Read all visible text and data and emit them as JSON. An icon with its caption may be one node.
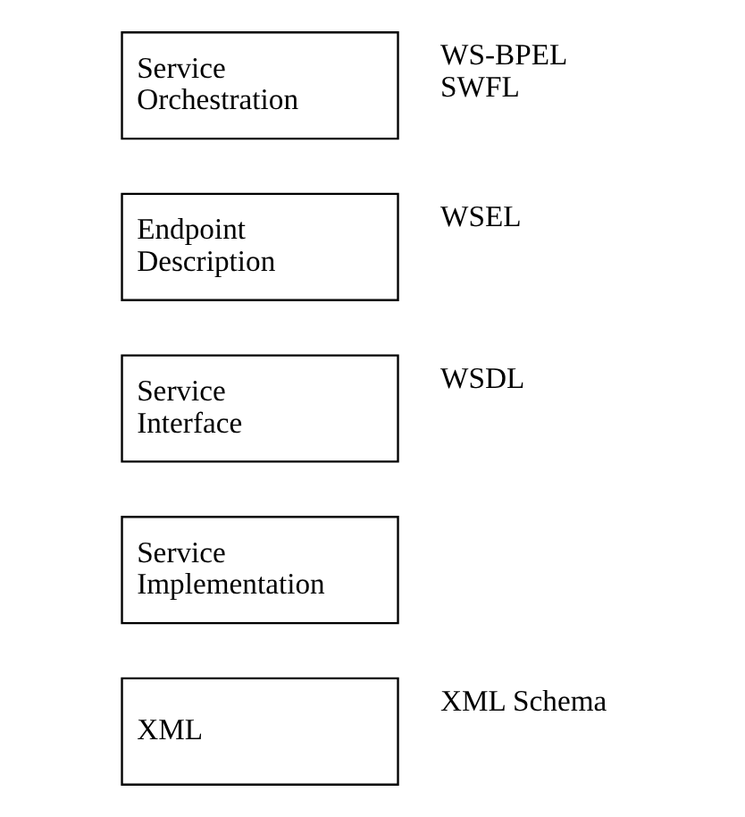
{
  "diagram": {
    "nodes": [
      {
        "text": [
          "Service Orchestration"
        ],
        "beside": [
          "WS-BPEL",
          "SWFL"
        ]
      },
      {
        "text": [
          "Endpoint Description"
        ],
        "beside": [
          "WSEL"
        ]
      },
      {
        "text": [
          "Service Interface"
        ],
        "beside": [
          "WSDL"
        ]
      },
      {
        "text": [
          "Service Implementation"
        ]
      },
      {
        "text": [
          "XML"
        ],
        "beside": [
          "XML Schema"
        ]
      }
    ]
  }
}
